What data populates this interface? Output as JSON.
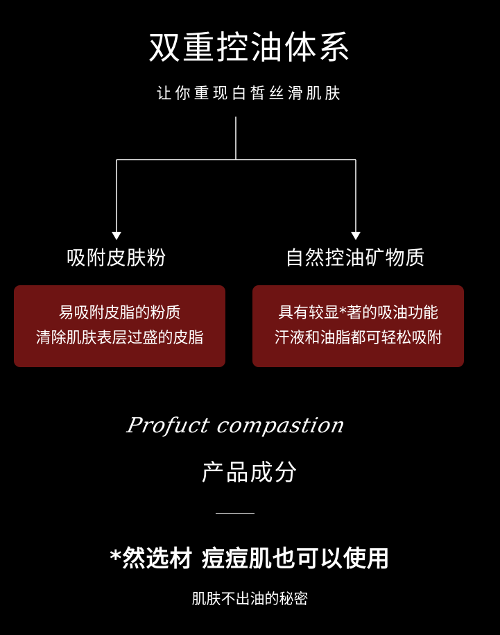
{
  "header": {
    "title": "双重控油体系",
    "subtitle": "让你重现白皙丝滑肌肤"
  },
  "branches": {
    "left": {
      "label": "吸附皮肤粉",
      "lines": [
        "易吸附皮脂的粉质",
        "清除肌肤表层过盛的皮脂"
      ]
    },
    "right": {
      "label": "自然控油矿物质",
      "lines": [
        "具有较显*著的吸油功能",
        "汗液和油脂都可轻松吸附"
      ]
    }
  },
  "composition": {
    "script_text": "Profuct compastion",
    "title": "产品成分"
  },
  "promo": {
    "tagline": "*然选材 痘痘肌也可以使用",
    "footer": "肌肤不出油的秘密"
  },
  "colors": {
    "background": "#000000",
    "box": "#6e1413",
    "text": "#ffffff"
  }
}
